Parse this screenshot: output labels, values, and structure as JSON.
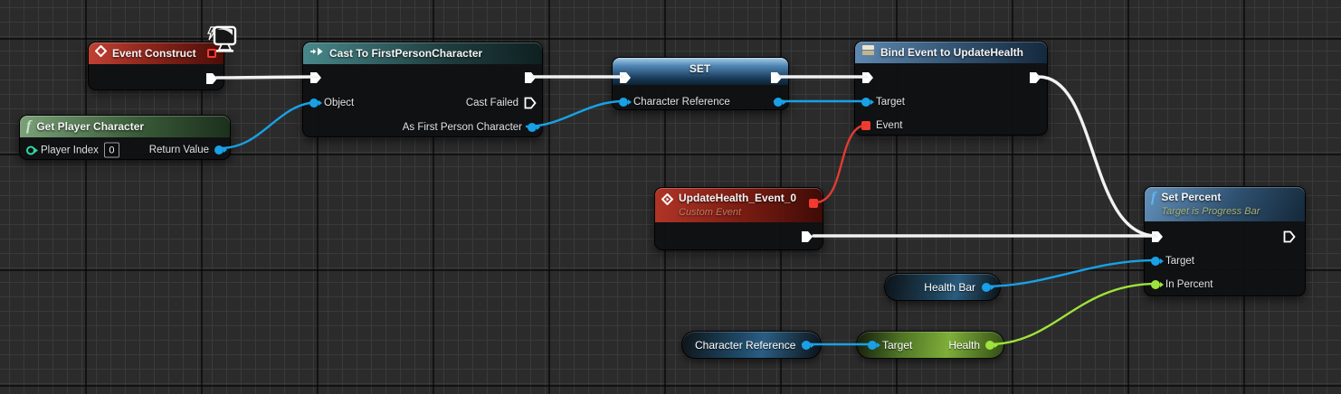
{
  "colors": {
    "exec_wire": "#f2f2f2",
    "object_wire": "#18a1e6",
    "float_wire": "#9ee33c",
    "delegate_wire": "#e23b32",
    "int_pin": "#2fd8a5",
    "event_header_red": "#b03427",
    "cast_header_teal": "#47888a",
    "pure_function_header_green": "#7ba178",
    "function_header_blue": "#5e88b0"
  },
  "nodes": {
    "event_construct": {
      "title": "Event Construct"
    },
    "cast_to_first_person_character": {
      "title": "Cast To FirstPersonCharacter",
      "object_label": "Object",
      "cast_failed_label": "Cast Failed",
      "as_first_person_character_label": "As First Person Character"
    },
    "get_player_character": {
      "title": "Get Player Character",
      "player_index_label": "Player Index",
      "player_index_value": "0",
      "return_value_label": "Return Value"
    },
    "set_character_reference": {
      "title": "SET",
      "character_reference_label": "Character Reference"
    },
    "bind_event_to_updatehealth": {
      "title": "Bind Event to UpdateHealth",
      "target_label": "Target",
      "event_label": "Event"
    },
    "updatehealth_event_0": {
      "title": "UpdateHealth_Event_0",
      "subtitle": "Custom Event"
    },
    "set_percent": {
      "title": "Set Percent",
      "subtitle": "Target is Progress Bar",
      "target_label": "Target",
      "in_percent_label": "In Percent"
    },
    "health_bar_getter": {
      "label": "Health Bar"
    },
    "character_reference_getter": {
      "label": "Character Reference"
    },
    "get_health": {
      "target_label": "Target",
      "health_label": "Health"
    }
  }
}
